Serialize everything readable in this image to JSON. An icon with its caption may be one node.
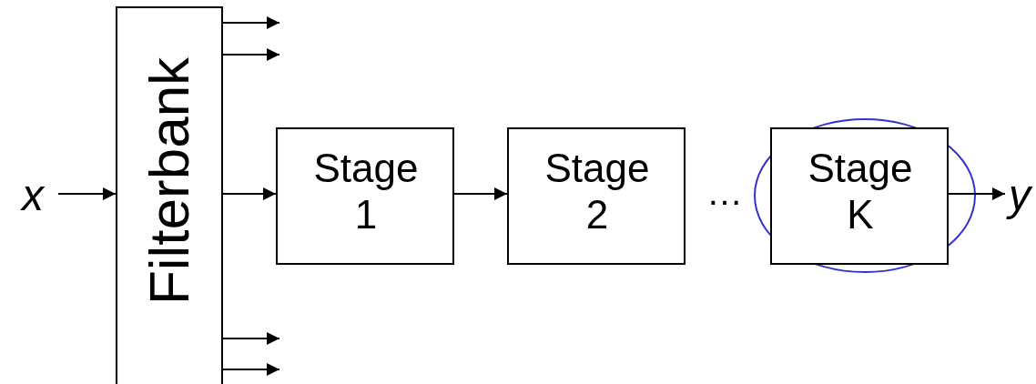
{
  "diagram": {
    "nodes": [
      {
        "text": [
          "x"
        ]
      },
      {
        "text": [
          "Filterbank"
        ]
      },
      {
        "text": [
          "Stage 1"
        ]
      },
      {
        "text": [
          "Stage 2"
        ]
      },
      {
        "text": [
          "Stage K"
        ]
      },
      {
        "text": [
          "y"
        ]
      }
    ],
    "edges": [
      {
        "from": 1,
        "to": null,
        "arrow": "to"
      },
      {
        "from": 1,
        "to": null,
        "arrow": "to"
      },
      {
        "from": 0,
        "to": 1,
        "arrow": "to"
      },
      {
        "from": 1,
        "to": 2,
        "arrow": "to"
      },
      {
        "from": 2,
        "to": 3,
        "arrow": "to"
      },
      {
        "from": 4,
        "to": 5,
        "arrow": "to"
      },
      {
        "from": 1,
        "to": null,
        "arrow": "to"
      },
      {
        "from": 1,
        "to": null,
        "arrow": "to"
      }
    ],
    "labels": [
      "…"
    ]
  }
}
